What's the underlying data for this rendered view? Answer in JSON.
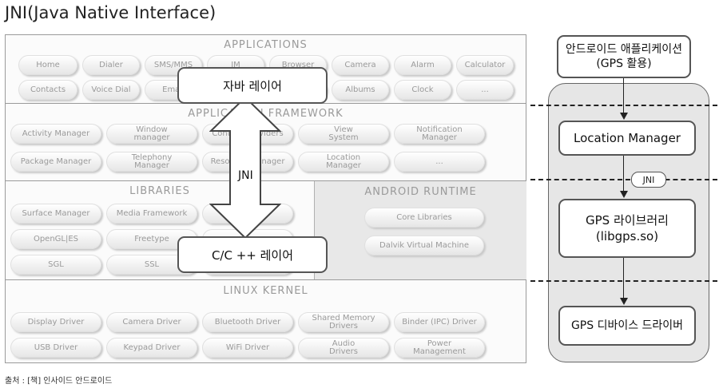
{
  "title": "JNI(Java Native Interface)",
  "architecture": {
    "applications": {
      "title": "APPLICATIONS",
      "items": [
        "Home",
        "Dialer",
        "SMS/MMS",
        "IM",
        "Browser",
        "Camera",
        "Alarm",
        "Calculator",
        "Contacts",
        "Voice Dial",
        "Email",
        "",
        "",
        "Albums",
        "Clock",
        "..."
      ]
    },
    "framework": {
      "title": "APPLICATION FRAMEWORK",
      "items": [
        "Activity Manager",
        "Window\nmanager",
        "Content Providers",
        "View\nSystem",
        "Notification\nManager",
        "Package Manager",
        "Telephony\nManager",
        "Resource Manager",
        "Location\nManager",
        "..."
      ]
    },
    "libraries": {
      "title": "LIBRARIES",
      "items": [
        "Surface Manager",
        "Media Framework",
        "",
        "OpenGL|ES",
        "Freetype",
        "",
        "SGL",
        "SSL",
        ""
      ]
    },
    "runtime": {
      "title": "ANDROID RUNTIME",
      "items": [
        "Core Libraries",
        "Dalvik Virtual Machine"
      ]
    },
    "kernel": {
      "title": "LINUX KERNEL",
      "items": [
        "Display Driver",
        "Camera Driver",
        "Bluetooth Driver",
        "Shared Memory\nDrivers",
        "Binder (IPC) Driver",
        "USB Driver",
        "Keypad Driver",
        "WiFi Driver",
        "Audio\nDrivers",
        "Power\nManagement"
      ]
    }
  },
  "overlay": {
    "java_layer": "자바 레이어",
    "jni": "JNI",
    "c_layer": "C/C ++ 레이어"
  },
  "flow": {
    "app": "안드로이드 애플리케이션\n(GPS 활용)",
    "location_manager": "Location Manager",
    "jni": "JNI",
    "gps_lib": "GPS 라이브러리\n(libgps.so)",
    "gps_driver": "GPS 디바이스 드라이버"
  },
  "source": "출처 : [책] 인사이드 안드로이드"
}
